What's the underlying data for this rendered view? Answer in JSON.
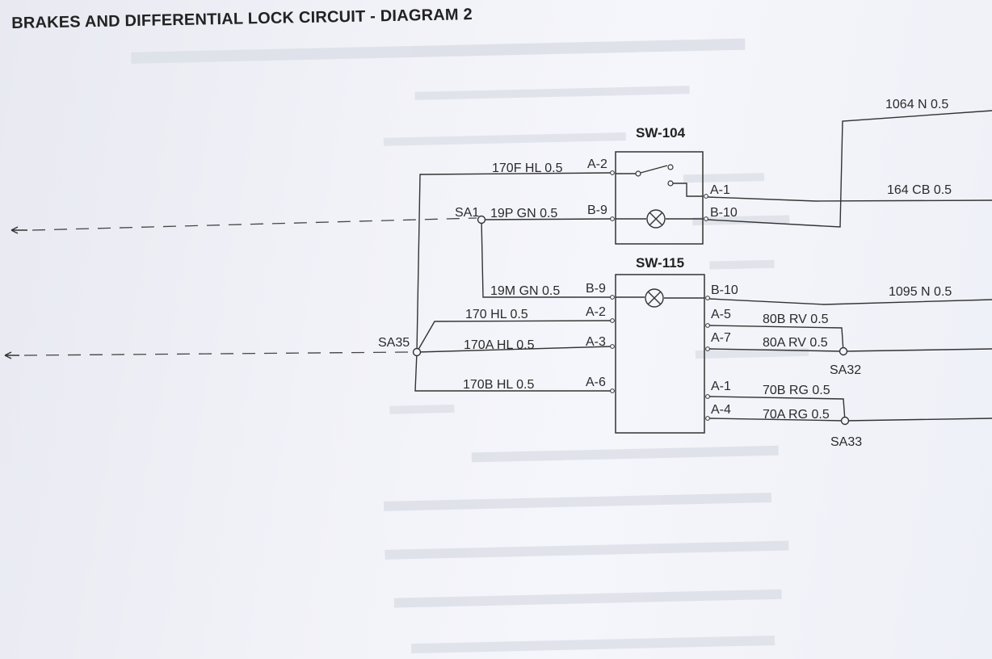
{
  "title": "BRAKES AND DIFFERENTIAL LOCK CIRCUIT - DIAGRAM 2",
  "components": {
    "sw104": "SW-104",
    "sw115": "SW-115"
  },
  "splices": {
    "sa1": "SA1",
    "sa35": "SA35",
    "sa32": "SA32",
    "sa33": "SA33"
  },
  "wires": {
    "w170f": "170F HL 0.5",
    "w19p": "19P GN 0.5",
    "w19m": "19M GN 0.5",
    "w170": "170 HL 0.5",
    "w170a": "170A HL 0.5",
    "w170b": "170B HL 0.5",
    "w1064": "1064 N 0.5",
    "w164": "164 CB 0.5",
    "w1095": "1095 N 0.5",
    "w80b": "80B RV 0.5",
    "w80a": "80A RV 0.5",
    "w70b": "70B RG 0.5",
    "w70a": "70A RG 0.5"
  },
  "pins": {
    "sw104_a2": "A-2",
    "sw104_b9": "B-9",
    "sw104_a1": "A-1",
    "sw104_b10": "B-10",
    "sw115_b9": "B-9",
    "sw115_a2": "A-2",
    "sw115_a3": "A-3",
    "sw115_a6": "A-6",
    "sw115_b10": "B-10",
    "sw115_a5": "A-5",
    "sw115_a7": "A-7",
    "sw115_a1": "A-1",
    "sw115_a4": "A-4"
  }
}
